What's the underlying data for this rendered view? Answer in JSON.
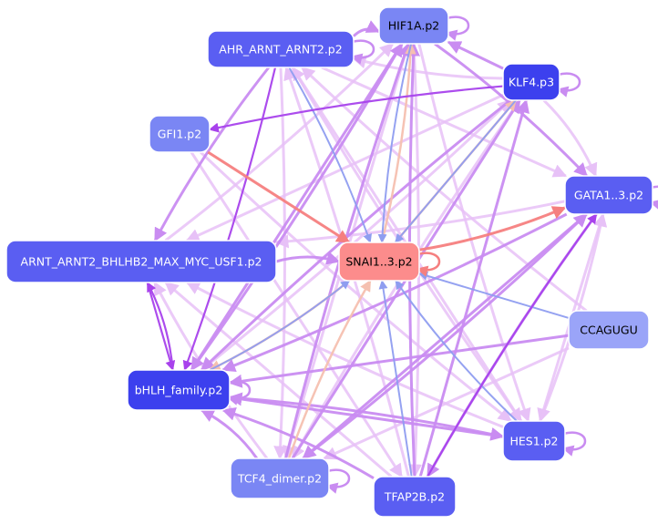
{
  "colors": {
    "node_dark": "#3c40ee",
    "node_mid": "#5a5ef2",
    "node_light": "#7a86f4",
    "node_pale": "#9aa4f8",
    "node_red": "#fc8c8c",
    "edge_lavender": "#e7c1f7",
    "edge_violet": "#c98cf1",
    "edge_purple": "#a842ec",
    "edge_blue": "#8f9df0",
    "edge_red": "#f57f7f",
    "edge_peach": "#f5c0b0"
  },
  "nodes": [
    {
      "id": "hif1a",
      "label": "HIF1A.p2",
      "color": "node_light",
      "text": "#000000"
    },
    {
      "id": "ahr",
      "label": "AHR_ARNT_ARNT2.p2",
      "color": "node_mid",
      "text": "#ffffff"
    },
    {
      "id": "klf4",
      "label": "KLF4.p3",
      "color": "node_dark",
      "text": "#ffffff"
    },
    {
      "id": "gfi1",
      "label": "GFI1.p2",
      "color": "node_light",
      "text": "#ffffff"
    },
    {
      "id": "gata1",
      "label": "GATA1..3.p2",
      "color": "node_mid",
      "text": "#ffffff"
    },
    {
      "id": "arnt",
      "label": "ARNT_ARNT2_BHLHB2_MAX_MYC_USF1.p2",
      "color": "node_mid",
      "text": "#ffffff"
    },
    {
      "id": "snai1",
      "label": "SNAI1..3.p2",
      "color": "node_red",
      "text": "#000000"
    },
    {
      "id": "ccagugu",
      "label": "CCAGUGU",
      "color": "node_pale",
      "text": "#000000"
    },
    {
      "id": "bhlh",
      "label": "bHLH_family.p2",
      "color": "node_dark",
      "text": "#ffffff"
    },
    {
      "id": "hes1",
      "label": "HES1.p2",
      "color": "node_mid",
      "text": "#ffffff"
    },
    {
      "id": "tcf4",
      "label": "TCF4_dimer.p2",
      "color": "node_light",
      "text": "#ffffff"
    },
    {
      "id": "tfap2b",
      "label": "TFAP2B.p2",
      "color": "node_mid",
      "text": "#ffffff"
    }
  ],
  "edges": [
    {
      "from": "ahr",
      "to": "hif1a",
      "color": "edge_violet"
    },
    {
      "from": "klf4",
      "to": "hif1a",
      "color": "edge_violet"
    },
    {
      "from": "klf4",
      "to": "gfi1",
      "color": "edge_purple"
    },
    {
      "from": "klf4",
      "to": "ahr",
      "color": "edge_lavender"
    },
    {
      "from": "klf4",
      "to": "arnt",
      "color": "edge_lavender"
    },
    {
      "from": "klf4",
      "to": "snai1",
      "color": "edge_blue"
    },
    {
      "from": "klf4",
      "to": "bhlh",
      "color": "edge_violet"
    },
    {
      "from": "klf4",
      "to": "tcf4",
      "color": "edge_lavender"
    },
    {
      "from": "klf4",
      "to": "gata1",
      "color": "edge_lavender"
    },
    {
      "from": "hif1a",
      "to": "gata1",
      "color": "edge_violet"
    },
    {
      "from": "hif1a",
      "to": "snai1",
      "color": "edge_blue"
    },
    {
      "from": "hif1a",
      "to": "bhlh",
      "color": "edge_violet"
    },
    {
      "from": "hif1a",
      "to": "tcf4",
      "color": "edge_lavender"
    },
    {
      "from": "hif1a",
      "to": "hes1",
      "color": "edge_lavender"
    },
    {
      "from": "hif1a",
      "to": "tfap2b",
      "color": "edge_lavender"
    },
    {
      "from": "ahr",
      "to": "snai1",
      "color": "edge_blue"
    },
    {
      "from": "ahr",
      "to": "bhlh",
      "color": "edge_purple"
    },
    {
      "from": "ahr",
      "to": "gata1",
      "color": "edge_lavender"
    },
    {
      "from": "ahr",
      "to": "hes1",
      "color": "edge_lavender"
    },
    {
      "from": "ahr",
      "to": "tcf4",
      "color": "edge_lavender"
    },
    {
      "from": "ahr",
      "to": "arnt",
      "color": "edge_violet"
    },
    {
      "from": "gfi1",
      "to": "snai1",
      "color": "edge_red"
    },
    {
      "from": "gfi1",
      "to": "tfap2b",
      "color": "edge_lavender"
    },
    {
      "from": "gfi1",
      "to": "hes1",
      "color": "edge_lavender"
    },
    {
      "from": "gata1",
      "to": "arnt",
      "color": "edge_lavender"
    },
    {
      "from": "gata1",
      "to": "bhlh",
      "color": "edge_violet"
    },
    {
      "from": "gata1",
      "to": "tcf4",
      "color": "edge_violet"
    },
    {
      "from": "gata1",
      "to": "tfap2b",
      "color": "edge_violet"
    },
    {
      "from": "gata1",
      "to": "hes1",
      "color": "edge_lavender"
    },
    {
      "from": "snai1",
      "to": "gata1",
      "color": "edge_red"
    },
    {
      "from": "arnt",
      "to": "snai1",
      "color": "edge_violet"
    },
    {
      "from": "arnt",
      "to": "bhlh",
      "color": "edge_purple"
    },
    {
      "from": "arnt",
      "to": "hif1a",
      "color": "edge_lavender"
    },
    {
      "from": "ccagugu",
      "to": "snai1",
      "color": "edge_blue"
    },
    {
      "from": "ccagugu",
      "to": "bhlh",
      "color": "edge_violet"
    },
    {
      "from": "ccagugu",
      "to": "ahr",
      "color": "edge_lavender"
    },
    {
      "from": "ccagugu",
      "to": "tcf4",
      "color": "edge_lavender"
    },
    {
      "from": "bhlh",
      "to": "snai1",
      "color": "edge_blue"
    },
    {
      "from": "bhlh",
      "to": "hif1a",
      "color": "edge_violet"
    },
    {
      "from": "bhlh",
      "to": "klf4",
      "color": "edge_lavender"
    },
    {
      "from": "bhlh",
      "to": "arnt",
      "color": "edge_purple"
    },
    {
      "from": "bhlh",
      "to": "hes1",
      "color": "edge_violet"
    },
    {
      "from": "hes1",
      "to": "snai1",
      "color": "edge_blue"
    },
    {
      "from": "hes1",
      "to": "bhlh",
      "color": "edge_violet"
    },
    {
      "from": "hes1",
      "to": "arnt",
      "color": "edge_lavender"
    },
    {
      "from": "hes1",
      "to": "ahr",
      "color": "edge_lavender"
    },
    {
      "from": "hes1",
      "to": "gata1",
      "color": "edge_lavender"
    },
    {
      "from": "tcf4",
      "to": "snai1",
      "color": "edge_peach"
    },
    {
      "from": "tcf4",
      "to": "bhlh",
      "color": "edge_violet"
    },
    {
      "from": "tcf4",
      "to": "hif1a",
      "color": "edge_violet"
    },
    {
      "from": "tcf4",
      "to": "klf4",
      "color": "edge_violet"
    },
    {
      "from": "tcf4",
      "to": "gata1",
      "color": "edge_violet"
    },
    {
      "from": "tcf4",
      "to": "arnt",
      "color": "edge_lavender"
    },
    {
      "from": "tfap2b",
      "to": "snai1",
      "color": "edge_blue"
    },
    {
      "from": "tfap2b",
      "to": "gata1",
      "color": "edge_purple"
    },
    {
      "from": "tfap2b",
      "to": "hif1a",
      "color": "edge_violet"
    },
    {
      "from": "tfap2b",
      "to": "klf4",
      "color": "edge_violet"
    },
    {
      "from": "tfap2b",
      "to": "arnt",
      "color": "edge_lavender"
    },
    {
      "from": "tfap2b",
      "to": "bhlh",
      "color": "edge_violet"
    },
    {
      "from": "tfap2b",
      "to": "ahr",
      "color": "edge_lavender"
    },
    {
      "from": "snai1",
      "to": "klf4",
      "color": "edge_peach"
    },
    {
      "from": "snai1",
      "to": "hif1a",
      "color": "edge_peach"
    },
    {
      "from": "snai1",
      "to": "bhlh",
      "color": "edge_peach"
    }
  ],
  "self_loops": [
    "hif1a",
    "ahr",
    "klf4",
    "gata1",
    "snai1",
    "bhlh",
    "hes1",
    "tcf4"
  ]
}
